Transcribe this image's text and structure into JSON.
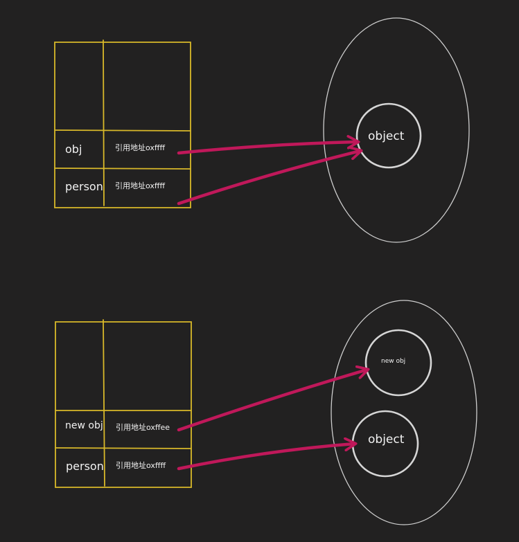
{
  "colors": {
    "background": "#222121",
    "table_stroke": "#d9b92a",
    "heap_stroke": "#cfcfcf",
    "arrow": "#c0185a",
    "text": "#f2f2f2"
  },
  "diagram_top": {
    "rows": [
      {
        "name": "obj",
        "value": "引用地址oxffff"
      },
      {
        "name": "person",
        "value": "引用地址oxffff"
      }
    ],
    "objects": [
      {
        "label": "object"
      }
    ]
  },
  "diagram_bottom": {
    "rows": [
      {
        "name": "new obj",
        "value": "引用地址oxffee"
      },
      {
        "name": "person",
        "value": "引用地址oxffff"
      }
    ],
    "objects": [
      {
        "label": "new obj"
      },
      {
        "label": "object"
      }
    ]
  }
}
